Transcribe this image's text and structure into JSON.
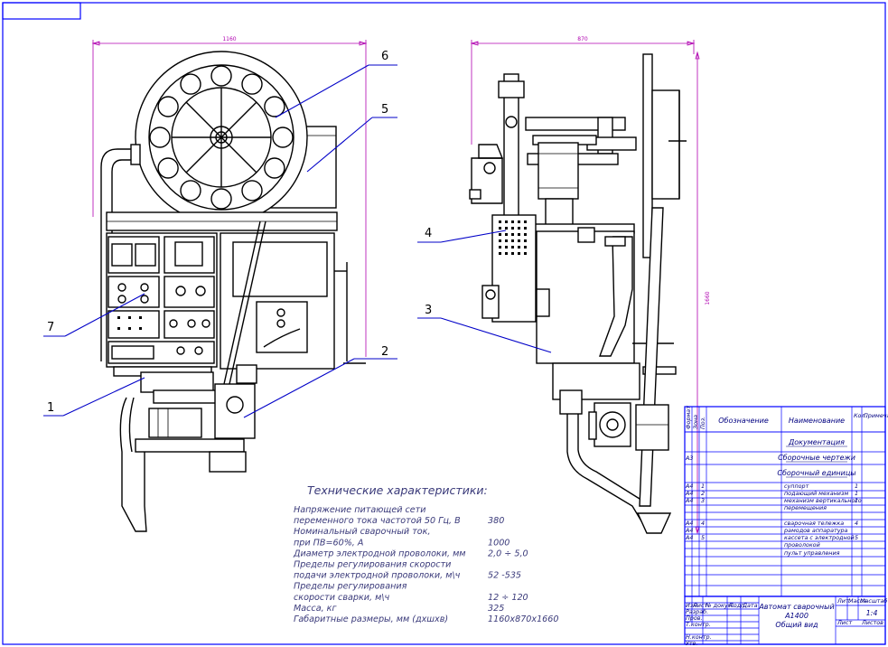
{
  "callouts": [
    "1",
    "2",
    "3",
    "4",
    "5",
    "6",
    "7"
  ],
  "dimensions": {
    "front_width": "1160",
    "side_width": "870",
    "height": "1660"
  },
  "specs": {
    "title": "Технические характеристики:",
    "rows": [
      {
        "label": "Напряжение питающей сети",
        "value": ""
      },
      {
        "label": "переменного тока частотой 50 Гц, В",
        "value": "380"
      },
      {
        "label": "Номинальный сварочный ток,",
        "value": ""
      },
      {
        "label": "при ПВ=60%, А",
        "value": "1000"
      },
      {
        "label": "Диаметр электродной проволоки, мм",
        "value": "2,0 ÷ 5,0"
      },
      {
        "label": "Пределы регулирования скорости",
        "value": ""
      },
      {
        "label": "подачи электродной проволоки, м\\ч",
        "value": "52 -535"
      },
      {
        "label": "Пределы регулирования",
        "value": ""
      },
      {
        "label": "скорости сварки, м\\ч",
        "value": "12 ÷ 120"
      },
      {
        "label": "Масса, кг",
        "value": "325"
      },
      {
        "label": "Габаритные размеры, мм (дxшxв)",
        "value": "1160x870x1660"
      }
    ]
  },
  "spec_table": {
    "headers": {
      "format": "Формат",
      "zone": "Зона",
      "pos": "Поз.",
      "designation": "Обозначение",
      "name": "Наименование",
      "qty": "Кол.",
      "note": "Примечание"
    },
    "rows": [
      {
        "format": "",
        "pos": "",
        "name": "Документация",
        "qty": ""
      },
      {
        "format": "А3",
        "pos": "",
        "name": "Сборочные чертежи",
        "qty": ""
      },
      {
        "format": "",
        "pos": "",
        "name": "Сборочный единицы",
        "qty": ""
      },
      {
        "format": "А4",
        "pos": "1",
        "name": "суппорт",
        "qty": "1"
      },
      {
        "format": "А4",
        "pos": "2",
        "name": "подающий механизм",
        "qty": "1"
      },
      {
        "format": "А4",
        "pos": "3",
        "name": "механизм вертикального",
        "qty": "1"
      },
      {
        "format": "",
        "pos": "",
        "name": "перемещения",
        "qty": ""
      },
      {
        "format": "А4",
        "pos": "4",
        "name": "сварочная тележка",
        "qty": "4"
      },
      {
        "format": "А4",
        "pos": "",
        "name": "рамодов аппаратура",
        "qty": ""
      },
      {
        "format": "А4",
        "pos": "5",
        "name": "кассета с электродной",
        "qty": "5"
      },
      {
        "format": "",
        "pos": "",
        "name": "проволокой",
        "qty": ""
      },
      {
        "format": "",
        "pos": "",
        "name": "пульт управления",
        "qty": ""
      }
    ]
  },
  "title_block": {
    "name_line1": "Автомат сварочный",
    "name_line2": "А1400",
    "name_line3": "Общий вид",
    "scale": "1:4",
    "scale_label": "Масштаб",
    "sheet": "Лист",
    "sheets": "Листов",
    "headers": {
      "izm": "Изм.",
      "list": "Лист",
      "doc": "№ докум.",
      "sign": "Подп.",
      "date": "Дата"
    },
    "roles": [
      "Разраб.",
      "Пров.",
      "Т.контр.",
      "",
      "Н.контр.",
      "Утв."
    ],
    "lit": "Лит.",
    "mass": "Масса"
  },
  "colors": {
    "frame": "#0000ff",
    "leader": "#0000c8",
    "dimension": "#b000b0",
    "spec_text": "#3a3a7a"
  }
}
